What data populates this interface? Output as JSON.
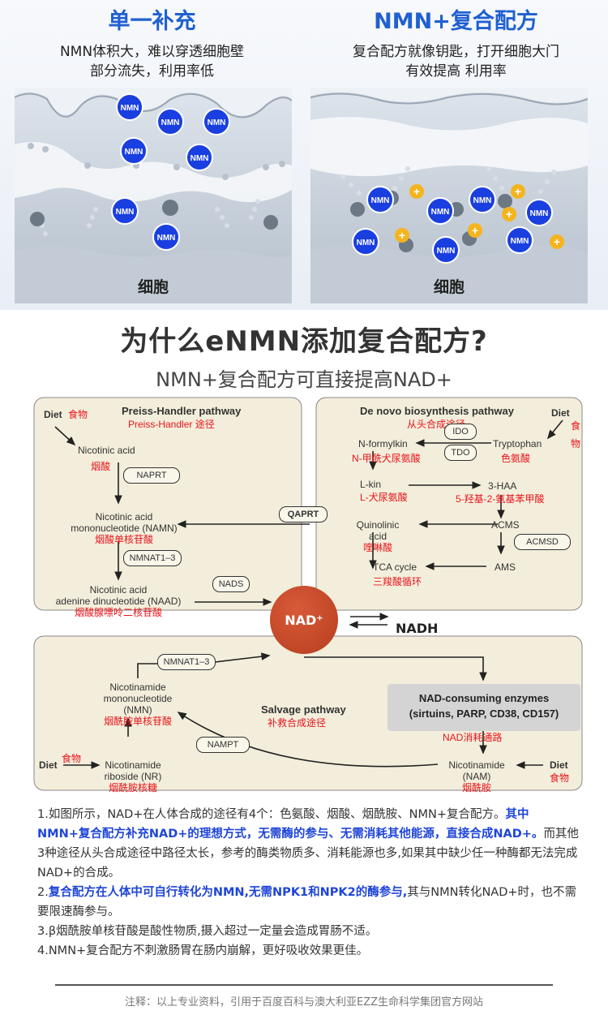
{
  "comparison": {
    "left": {
      "title": "单一补充",
      "desc_line1": "NMN体积大，难以穿透细胞壁",
      "desc_line2": "部分流失，利用率低",
      "cell_label": "细胞",
      "molecule_label": "NMN"
    },
    "right": {
      "title": "NMN+复合配方",
      "desc_line1": "复合配方就像钥匙，打开细胞大门",
      "desc_line2": "有效提高 利用率",
      "cell_label": "细胞",
      "molecule_label": "NMN",
      "key_symbol": "+"
    }
  },
  "heading": {
    "title": "为什么eNMN添加复合配方?",
    "subtitle": "NMN+复合配方可直接提高NAD+"
  },
  "diagram": {
    "preiss": {
      "title": "Preiss-Handler pathway",
      "title_cn": "Preiss-Handler 途径",
      "diet": "Diet",
      "diet_cn": "食物",
      "na": "Nicotinic acid",
      "na_cn": "烟酸",
      "naprt": "NAPRT",
      "namn_1": "Nicotinic acid",
      "namn_2": "mononucleotide (NAMN)",
      "namn_cn": "烟酸单核苷酸",
      "nmnat": "NMNAT1–3",
      "naad_1": "Nicotinic acid",
      "naad_2": "adenine dinucleotide (NAAD)",
      "naad_cn": "烟酸腺嘌呤二核苷酸",
      "nads": "NADS"
    },
    "denovo": {
      "title": "De novo biosynthesis pathway",
      "title_cn": "从头合成途径",
      "diet": "Diet",
      "diet_cn_1": "食",
      "diet_cn_2": "物",
      "ido": "IDO",
      "tdo": "TDO",
      "tryptophan": "Tryptophan",
      "tryptophan_cn": "色氨酸",
      "nformyl": "N-formylkin",
      "nformyl_cn": "N-甲酰犬尿氨酸",
      "lkin": "L-kin",
      "lkin_cn": "L-犬尿氨酸",
      "haa": "3-HAA",
      "haa_cn": "5-羟基-2-氨基苯甲酸",
      "acms": "ACMS",
      "acmsd": "ACMSD",
      "qaprt": "QAPRT",
      "quin_1": "Quinolinic",
      "quin_2": "acid",
      "quin_cn": "喹啉酸",
      "ams": "AMS",
      "tca": "TCA cycle",
      "tca_cn": "三羧酸循环"
    },
    "center": {
      "nad": "NAD⁺",
      "nadh": "NADH"
    },
    "salvage": {
      "title": "Salvage pathway",
      "title_cn": "补救合成途径",
      "nmnat": "NMNAT1–3",
      "nmn_1": "Nicotinamide",
      "nmn_2": "mononucleotide",
      "nmn_3": "(NMN)",
      "nmn_cn": "烟酰胺单核苷酸",
      "nampt": "NAMPT",
      "diet_left": "Diet",
      "diet_left_cn": "食物",
      "nr_1": "Nicotinamide",
      "nr_2": "riboside (NR)",
      "nr_cn": "烟酰胺核糖",
      "enzymes_1": "NAD-consuming enzymes",
      "enzymes_2": "(sirtuins, PARP, CD38, CD157)",
      "enzymes_cn": "NAD消耗通路",
      "nam_1": "Nicotinamide",
      "nam_2": "(NAM)",
      "nam_cn": "烟酰胺",
      "diet_right": "Diet",
      "diet_right_cn": "食物"
    }
  },
  "notes": {
    "p1_plain": "1.如图所示，NAD+在人体合成的途径有4个：色氨酸、烟酸、烟酰胺、NMN+复合配方。",
    "p1_blue": "其中NMN+复合配方补充NAD+的理想方式，无需酶的参与、无需消耗其他能源，直接合成NAD+。",
    "p1_rest": "而其他3种途径从头合成途径中路径太长，参考的酶类物质多、消耗能源也多,如果其中缺少任一种酶都无法完成NAD+的合成。",
    "p2_prefix": "2.",
    "p2_blue": "复合配方在人体中可自行转化为NMN,无需NPK1和NPK2的酶参与,",
    "p2_rest": "其与NMN转化NAD+时，也不需要限速酶参与。",
    "p3": "3.β烟酰胺单核苷酸是酸性物质,摄入超过一定量会造成胃肠不适。",
    "p4": "4.NMN+复合配方不刺激肠胃在肠内崩解，更好吸收效果更佳。"
  },
  "footer": "注释：以上专业资料，引用于百度百科与澳大利亚EZZ生命科学集团官方网站",
  "colors": {
    "title_blue": "#2060d0",
    "nmn_blue": "#1a3fe0",
    "key_yellow": "#f5b41e",
    "nad_red": "#c0472a",
    "label_red": "#e8141c",
    "panel_beige": "#f3eedb",
    "highlight_blue": "#1f45d8"
  }
}
